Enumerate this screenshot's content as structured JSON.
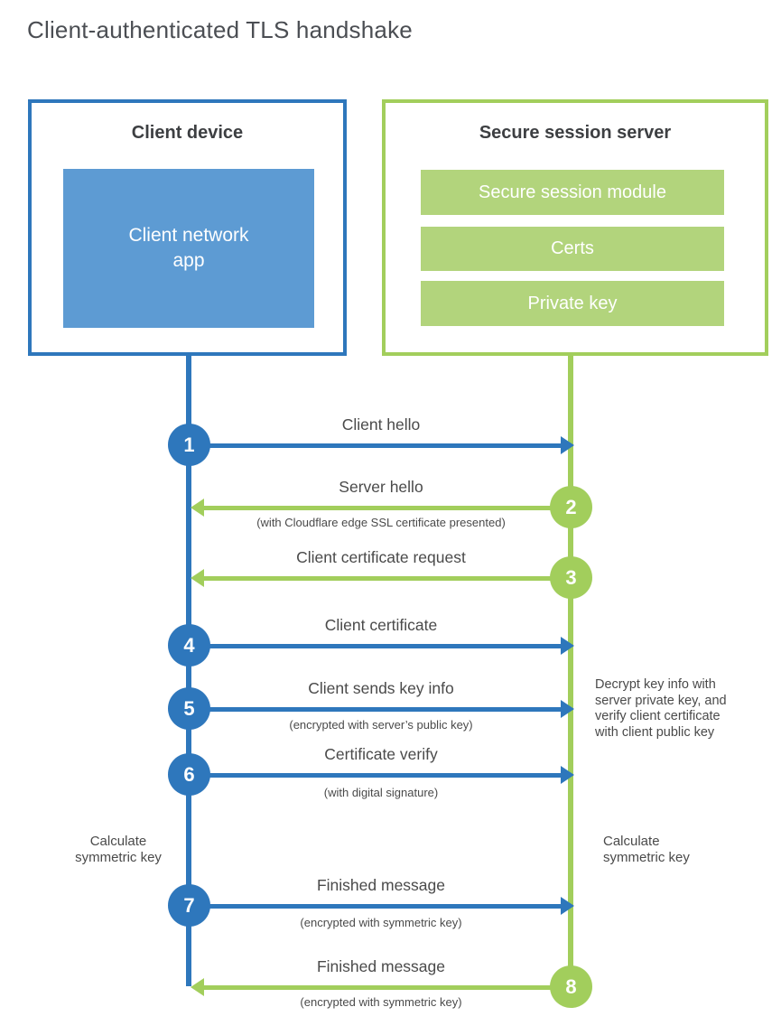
{
  "title": "Client-authenticated TLS handshake",
  "colors": {
    "client_blue": "#2E77BC",
    "client_blue_light": "#5D9BD3",
    "server_green": "#A2CE5C",
    "server_green_light": "#B2D47C",
    "text_gray": "#4a4a4a"
  },
  "client_box": {
    "title": "Client device",
    "app_label": "Client network app"
  },
  "server_box": {
    "title": "Secure session server",
    "modules": [
      "Secure session module",
      "Certs",
      "Private key"
    ]
  },
  "steps": [
    {
      "num": "1",
      "from": "client",
      "direction": "right",
      "label": "Client hello",
      "sublabel": ""
    },
    {
      "num": "2",
      "from": "server",
      "direction": "left",
      "label": "Server hello",
      "sublabel": "(with Cloudflare edge SSL certificate presented)"
    },
    {
      "num": "3",
      "from": "server",
      "direction": "left",
      "label": "Client certificate request",
      "sublabel": ""
    },
    {
      "num": "4",
      "from": "client",
      "direction": "right",
      "label": "Client certificate",
      "sublabel": ""
    },
    {
      "num": "5",
      "from": "client",
      "direction": "right",
      "label": "Client sends key info",
      "sublabel": "(encrypted with server’s public key)"
    },
    {
      "num": "6",
      "from": "client",
      "direction": "right",
      "label": "Certificate verify",
      "sublabel": "(with digital signature)"
    },
    {
      "num": "7",
      "from": "client",
      "direction": "right",
      "label": "Finished message",
      "sublabel": "(encrypted with symmetric key)"
    },
    {
      "num": "8",
      "from": "server",
      "direction": "left",
      "label": "Finished message",
      "sublabel": "(encrypted with symmetric key)"
    }
  ],
  "notes": {
    "decrypt": "Decrypt key info with server private key, and verify client certificate with client public key",
    "calc_left": "Calculate symmetric key",
    "calc_right": "Calculate symmetric key"
  }
}
